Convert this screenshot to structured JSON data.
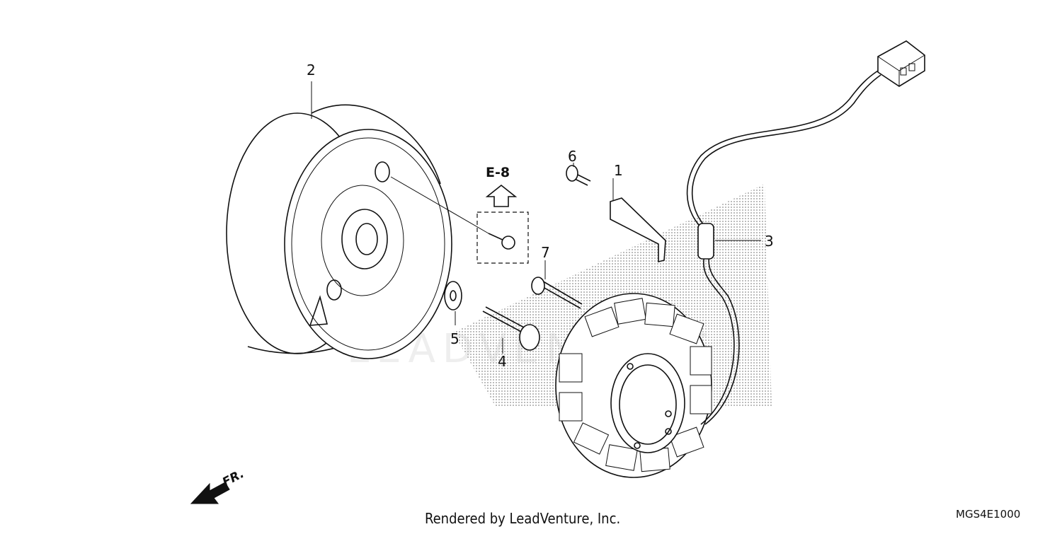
{
  "diagram": {
    "callouts": [
      {
        "id": "1",
        "label": "1"
      },
      {
        "id": "2",
        "label": "2"
      },
      {
        "id": "3",
        "label": "3"
      },
      {
        "id": "4",
        "label": "4"
      },
      {
        "id": "5",
        "label": "5"
      },
      {
        "id": "6",
        "label": "6"
      },
      {
        "id": "7",
        "label": "7"
      }
    ],
    "section_reference": "E-8",
    "front_indicator": "FR.",
    "watermark": "LEADVENTURE",
    "footer_credit": "Rendered by LeadVenture, Inc.",
    "diagram_code": "MGS4E1000"
  }
}
